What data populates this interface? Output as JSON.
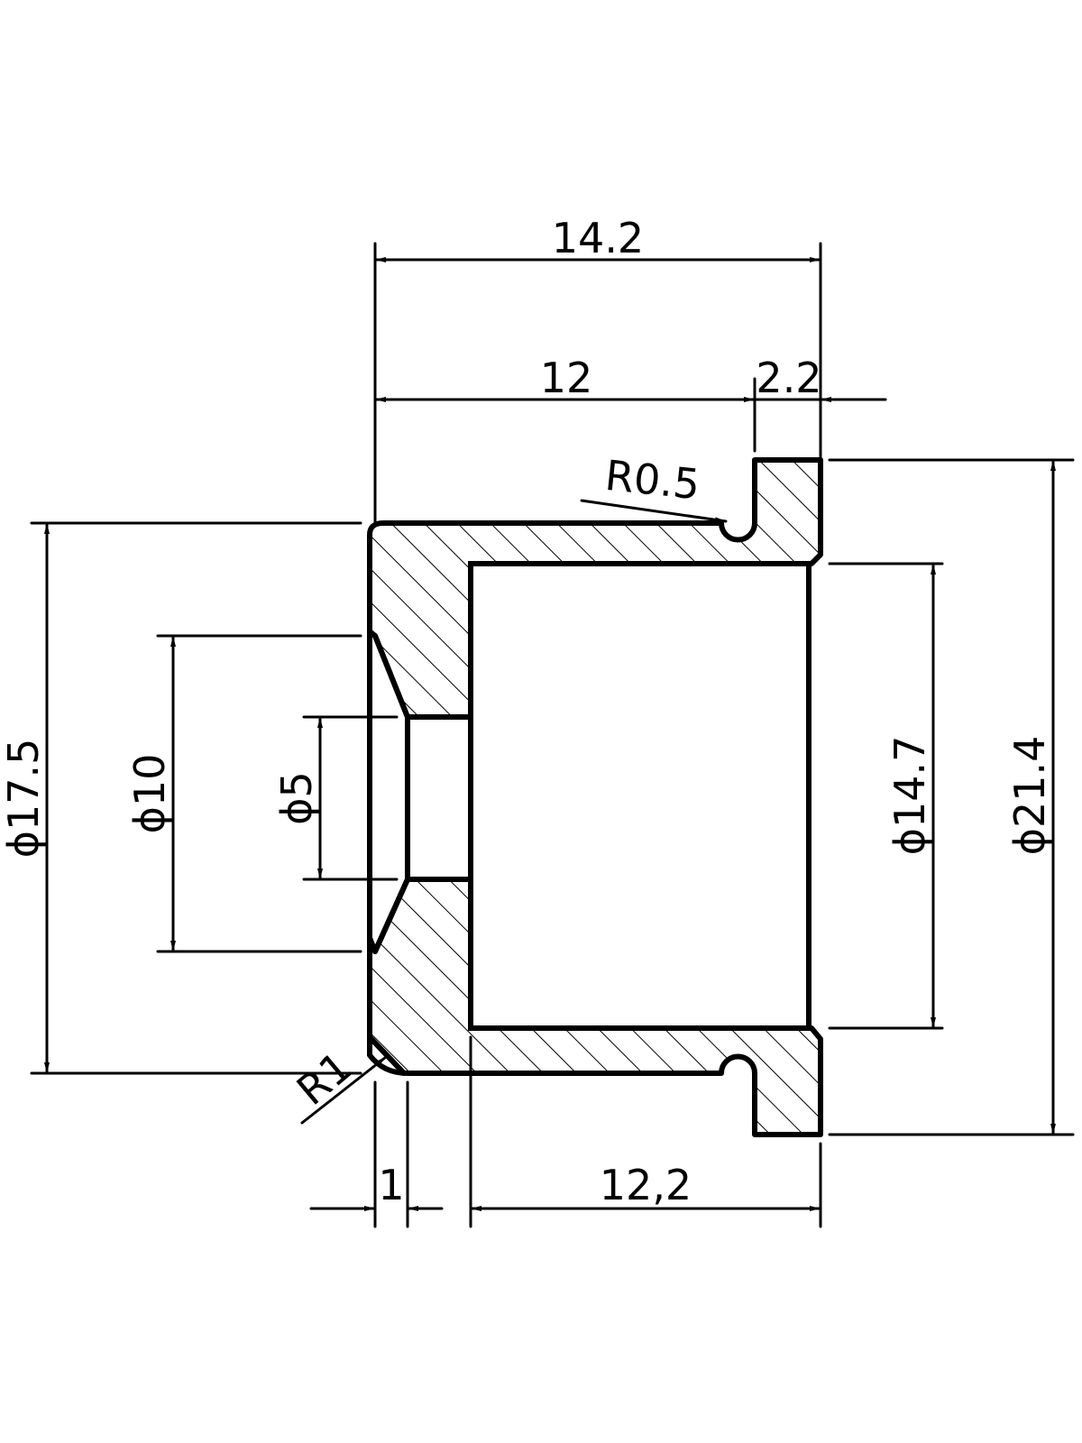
{
  "dimensions": {
    "overall_length": "14.2",
    "body_length": "12",
    "flange_length": "2.2",
    "groove_radius": "R0.5",
    "outer_diameter": "ϕ17.5",
    "countersink_diameter": "ϕ10",
    "hole_diameter": "ϕ5",
    "bore_diameter": "ϕ14.7",
    "flange_diameter": "ϕ21.4",
    "corner_radius": "R1",
    "wall_thickness": "1",
    "bore_depth": "12,2"
  },
  "colors": {
    "line": "#000000",
    "background": "#ffffff"
  }
}
